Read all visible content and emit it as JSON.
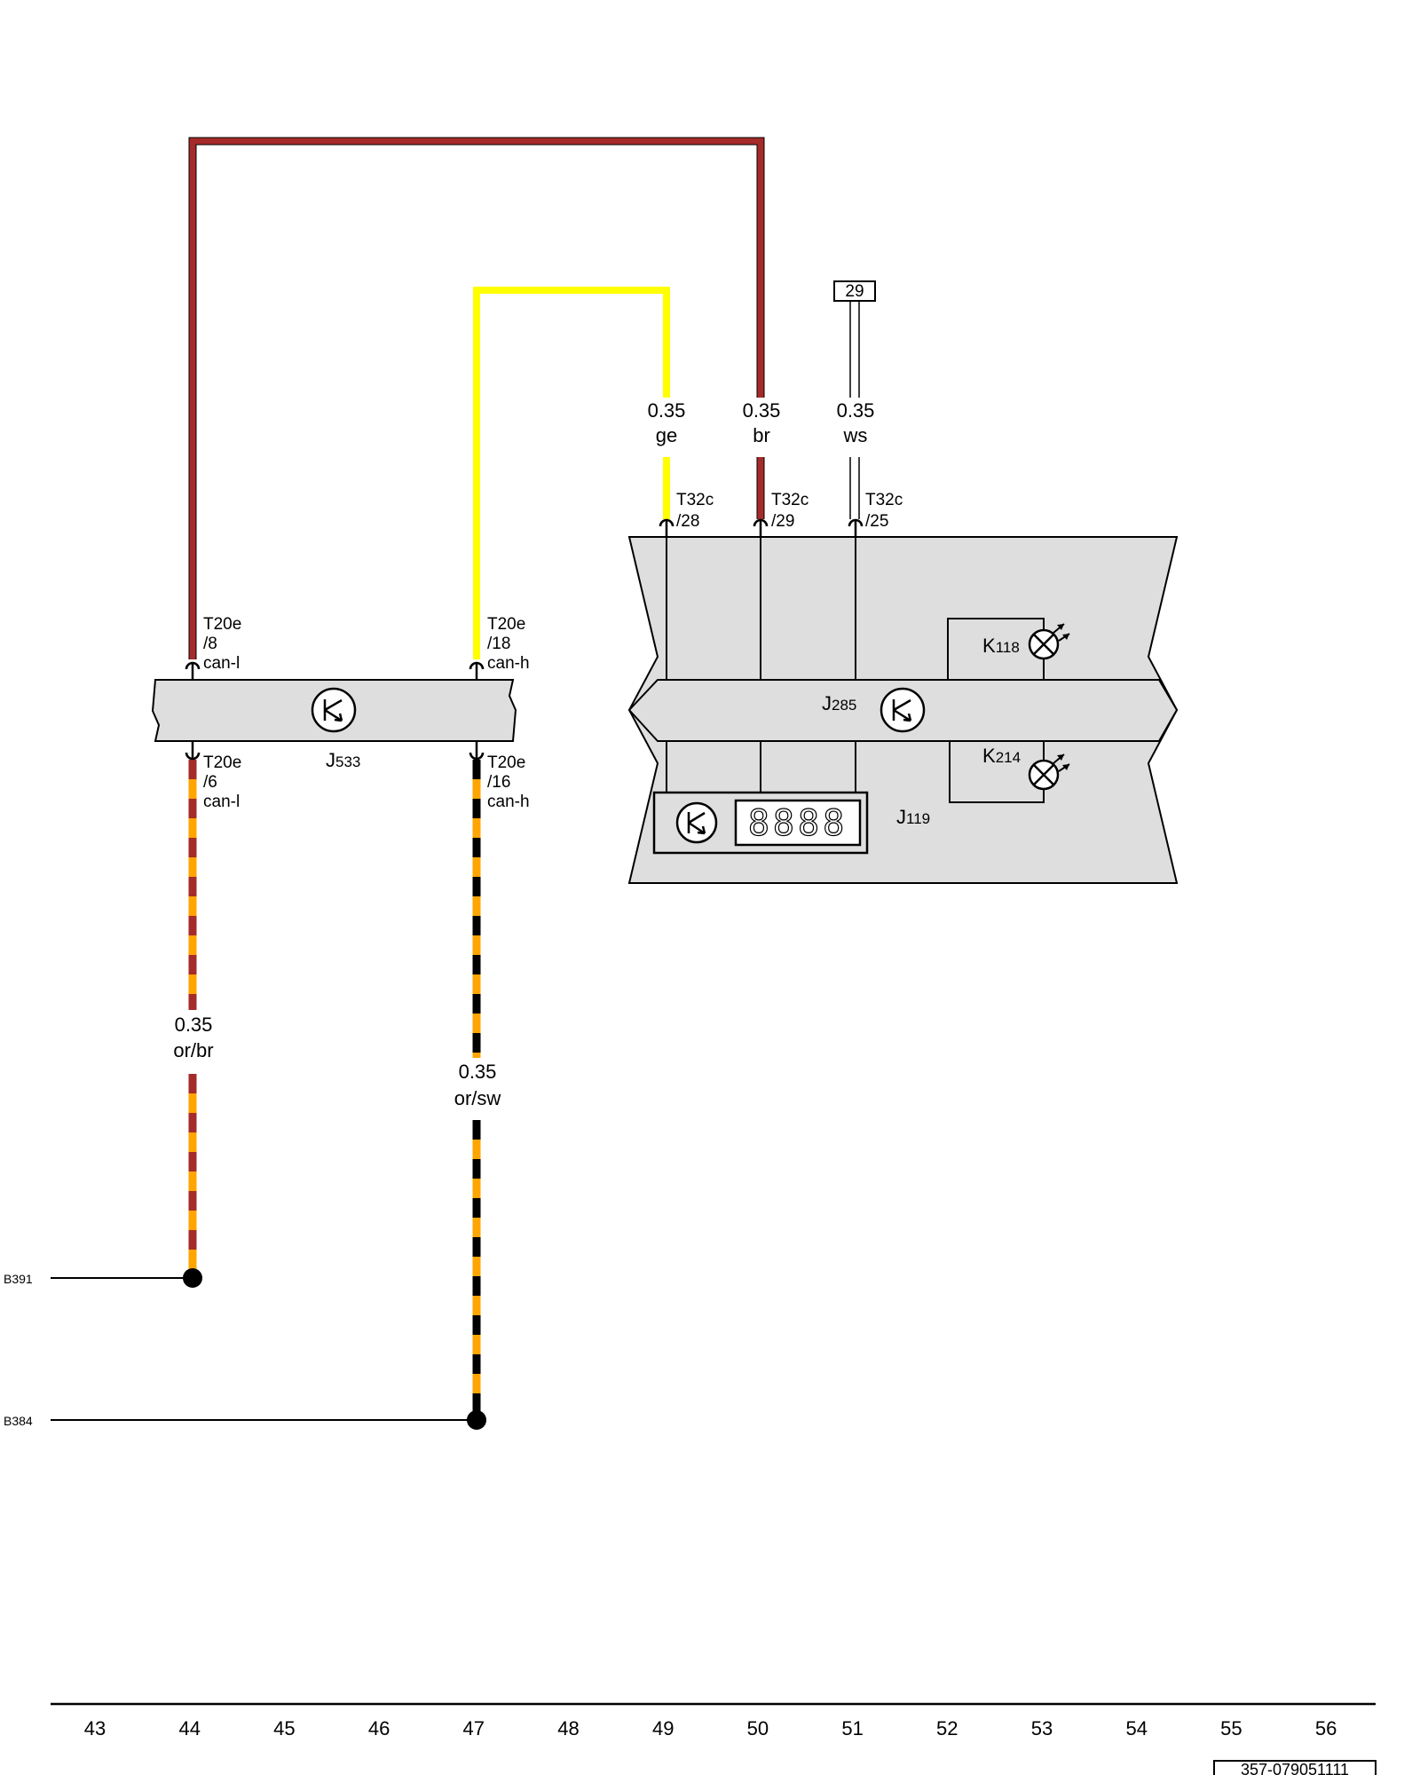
{
  "wires": {
    "w_brown_top": {
      "size": "0.35",
      "color_code": "br",
      "color": "#a52a2a"
    },
    "w_yellow": {
      "size": "0.35",
      "color_code": "ge",
      "color": "#ffff00"
    },
    "w_white": {
      "size": "0.35",
      "color_code": "ws",
      "color": "#ffffff"
    },
    "w_orbr": {
      "size": "0.35",
      "color_code": "or/br",
      "color": "#ffa500",
      "stripe": "#a52a2a"
    },
    "w_orsw": {
      "size": "0.35",
      "color_code": "or/sw",
      "color": "#ffa500",
      "stripe": "#000000"
    }
  },
  "ref_box": "29",
  "pins": {
    "t32c_28": {
      "conn": "T32c",
      "pin": "/28"
    },
    "t32c_29": {
      "conn": "T32c",
      "pin": "/29"
    },
    "t32c_25": {
      "conn": "T32c",
      "pin": "/25"
    },
    "t20e_8": {
      "conn": "T20e",
      "pin": "/8",
      "sig": "can-l"
    },
    "t20e_18": {
      "conn": "T20e",
      "pin": "/18",
      "sig": "can-h"
    },
    "t20e_6": {
      "conn": "T20e",
      "pin": "/6",
      "sig": "can-l"
    },
    "t20e_16": {
      "conn": "T20e",
      "pin": "/16",
      "sig": "can-h"
    }
  },
  "components": {
    "j533": {
      "letter": "J",
      "num": "533"
    },
    "j285": {
      "letter": "J",
      "num": "285"
    },
    "j119": {
      "letter": "J",
      "num": "119"
    },
    "k118": {
      "letter": "K",
      "num": "118"
    },
    "k214": {
      "letter": "K",
      "num": "214"
    },
    "display_digits": "8888"
  },
  "splices": {
    "b391": "B391",
    "b384": "B384"
  },
  "grid_numbers": [
    "43",
    "44",
    "45",
    "46",
    "47",
    "48",
    "49",
    "50",
    "51",
    "52",
    "53",
    "54",
    "55",
    "56"
  ],
  "footer_code": "357-079051111"
}
